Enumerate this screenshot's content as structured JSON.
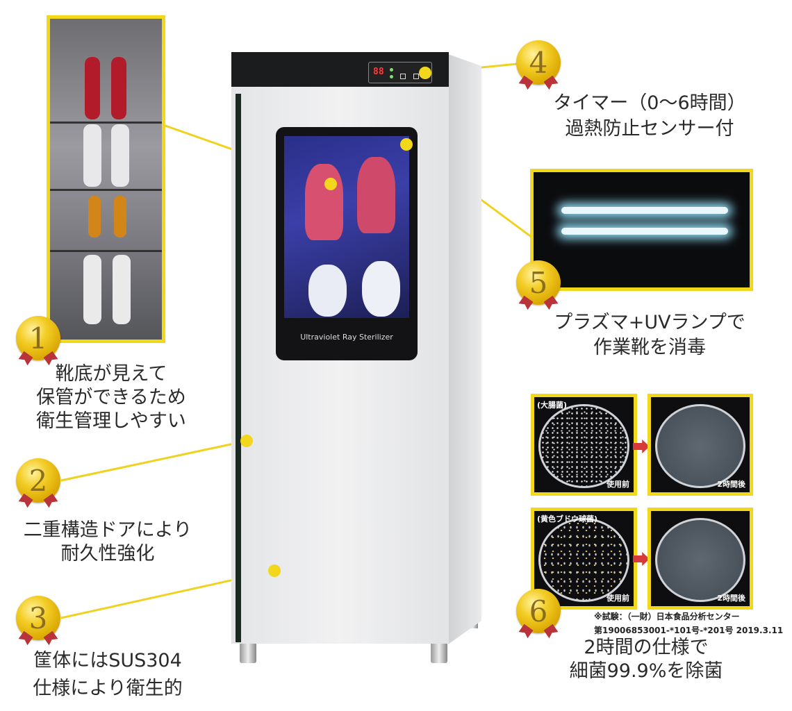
{
  "cabinet": {
    "window_label": "Ultraviolet Ray Sterilizer",
    "display_value": "88"
  },
  "features": [
    {
      "number": "1",
      "lines": [
        "靴底が見えて",
        "保管ができるため",
        "衛生管理しやすい"
      ]
    },
    {
      "number": "2",
      "lines": [
        "二重構造ドアにより",
        "耐久性強化"
      ]
    },
    {
      "number": "3",
      "lines": [
        "筐体にはSUS304",
        "仕様により衛生的"
      ]
    },
    {
      "number": "4",
      "lines": [
        "タイマー（0～6時間）",
        "過熱防止センサー付"
      ]
    },
    {
      "number": "5",
      "lines": [
        "プラズマ+UVランプで",
        "作業靴を消毒"
      ]
    },
    {
      "number": "6",
      "lines": [
        "2時間の仕様で",
        "細菌99.9%を除菌"
      ]
    }
  ],
  "test_results": [
    {
      "bacteria": "(大腸菌)",
      "before": "使用前",
      "after": "2時間後"
    },
    {
      "bacteria": "(黄色ブドウ球菌)",
      "before": "使用前",
      "after": "2時間後"
    }
  ],
  "test_note": [
    "※試験：（一財）日本食品分析センター",
    "第19006853001-*101号-*201号 2019.3.11"
  ],
  "colors": {
    "accent_yellow": "#f3d71c",
    "medal_gold": "#e0b30c",
    "ribbon_red": "#b8333a"
  }
}
